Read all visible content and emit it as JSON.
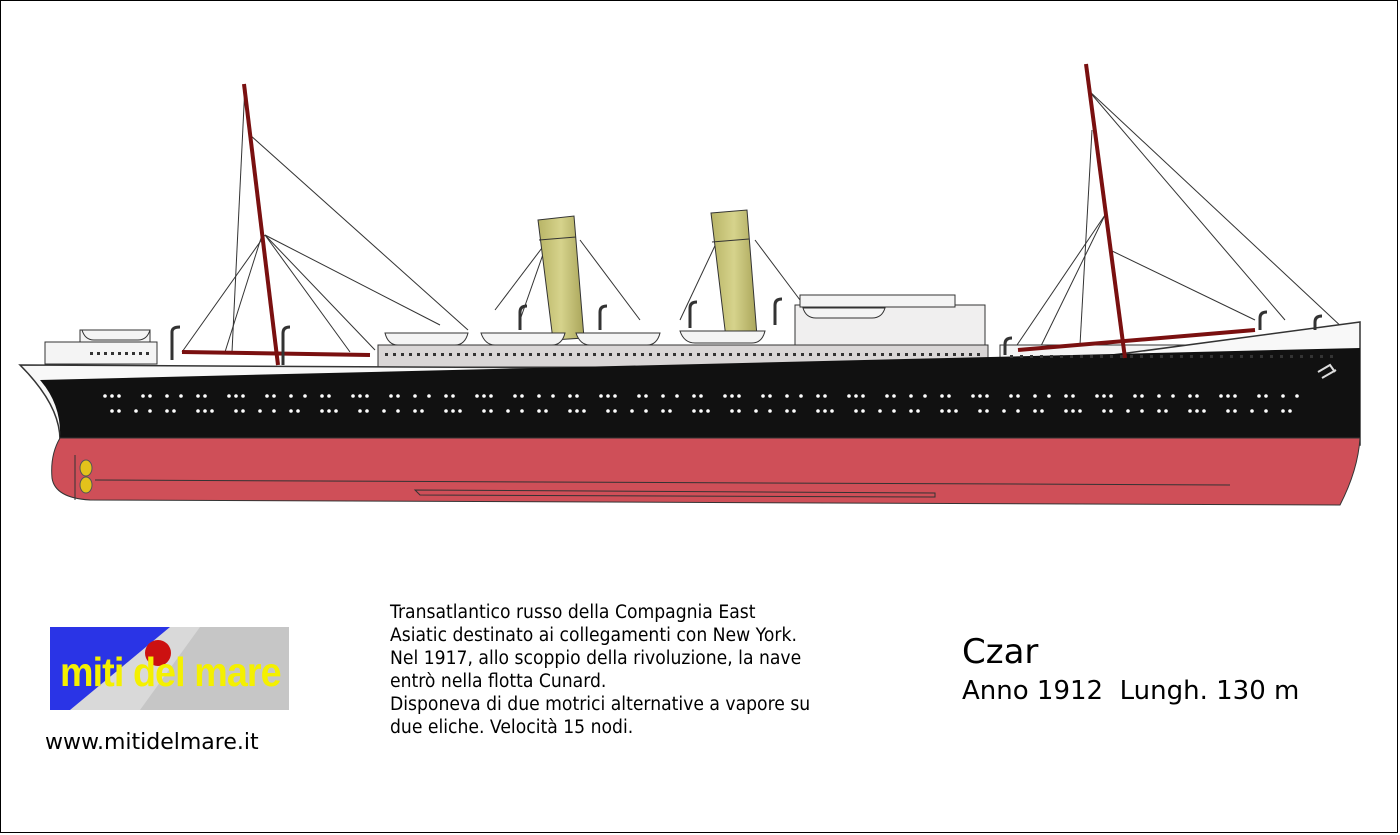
{
  "ship": {
    "name": "Czar",
    "specs": "Anno 1912  Lungh. 130 m",
    "description_lines": [
      "Transatlantico russo della Compagnia East",
      "Asiatic destinato ai collegamenti con New York.",
      "Nel  1917, allo scoppio della rivoluzione, la nave",
      "entrò nella flotta Cunard.",
      "Disponeva di due motrici alternative a vapore su",
      "due eliche. Velocità 15 nodi."
    ]
  },
  "branding": {
    "logo_text": "miti del mare",
    "website": "www.mitidelmare.it"
  },
  "colors": {
    "hull_black": "#111111",
    "hull_red": "#cf4f58",
    "funnel": "#c9c57a",
    "mast": "#7a1010",
    "logo_bg": "#2a34e6",
    "logo_text": "#f4f000"
  }
}
